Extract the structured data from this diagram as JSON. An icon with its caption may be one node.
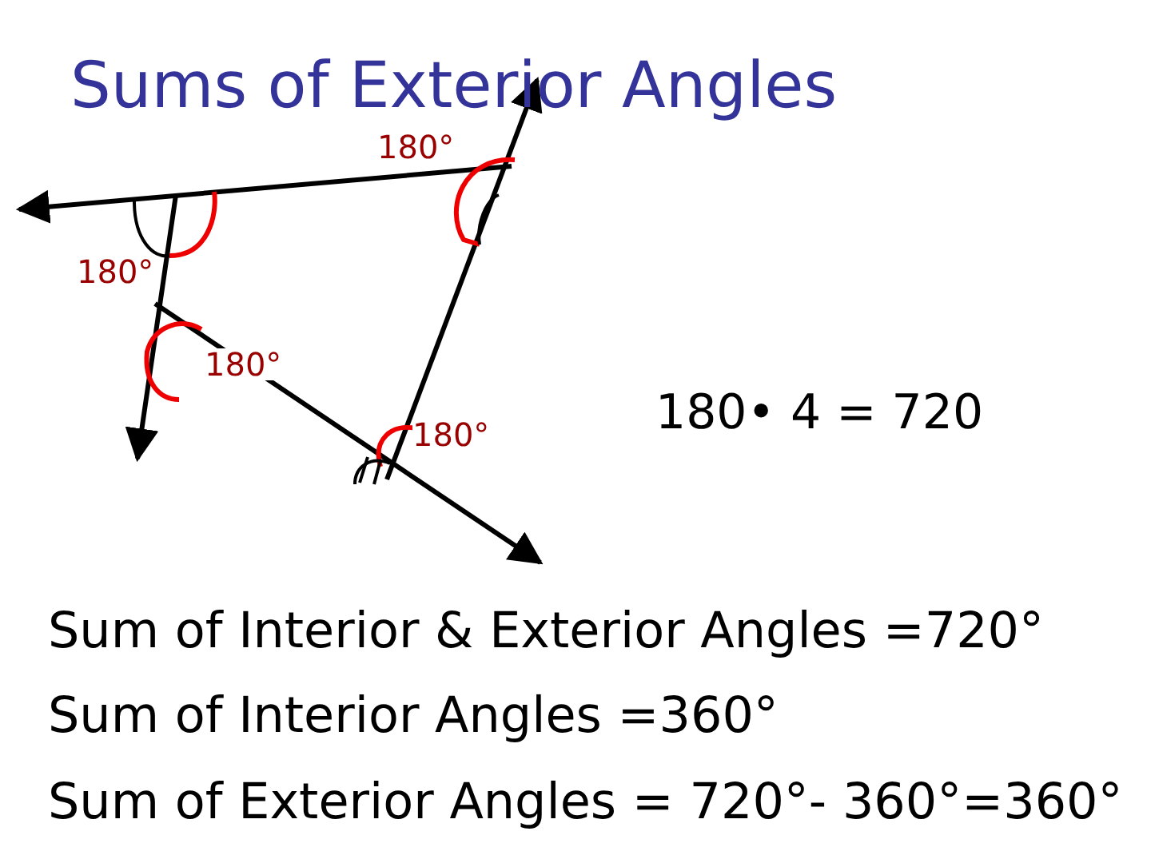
{
  "diagram": {
    "title": "Sums of Exterior Angles",
    "labels": [
      "180°",
      "180°",
      "180°",
      "180°",
      "180• 4 = 720",
      "Sum of Interior & Exterior Angles =720°",
      "Sum of Interior Angles =360°",
      "Sum of Exterior Angles = 720°- 360°=360°"
    ]
  }
}
